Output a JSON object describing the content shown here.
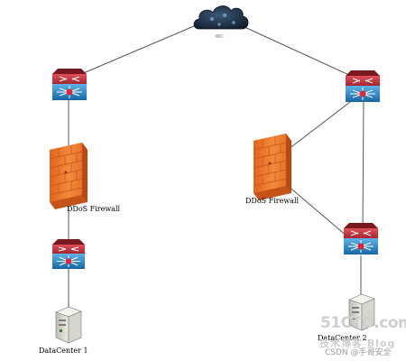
{
  "diagram": {
    "nodes": {
      "cloud": {
        "icon": "cloud-icon"
      },
      "switch_top_left": {
        "icon": "switch-icon"
      },
      "switch_top_right": {
        "icon": "switch-icon"
      },
      "firewall_left": {
        "icon": "firewall-icon",
        "label": "DDoS Firewall"
      },
      "firewall_right": {
        "icon": "firewall-icon",
        "label": "DDoS Firewall"
      },
      "switch_bottom_left": {
        "icon": "switch-icon"
      },
      "switch_bottom_right": {
        "icon": "switch-icon"
      },
      "server_left": {
        "icon": "server-icon",
        "label": "DataCenter 1"
      },
      "server_right": {
        "icon": "server-icon",
        "label": "DataCenter 2"
      }
    },
    "edges": [
      [
        "cloud",
        "switch_top_left"
      ],
      [
        "cloud",
        "switch_top_right"
      ],
      [
        "switch_top_left",
        "firewall_left"
      ],
      [
        "firewall_left",
        "switch_bottom_left"
      ],
      [
        "switch_bottom_left",
        "server_left"
      ],
      [
        "switch_top_right",
        "firewall_right"
      ],
      [
        "switch_top_right",
        "switch_bottom_right"
      ],
      [
        "firewall_right",
        "switch_bottom_right"
      ],
      [
        "switch_bottom_right",
        "server_right"
      ]
    ],
    "colors": {
      "switch_top": "#c4323c",
      "switch_body": "#1f86c5",
      "firewall": "#f07a2c",
      "cloud": "#1f2e44",
      "line": "#555555"
    }
  },
  "watermark": {
    "logo": "51CTO.com",
    "subtitle": "技术博客 Blog",
    "credit": "CSDN @手哥安全"
  }
}
